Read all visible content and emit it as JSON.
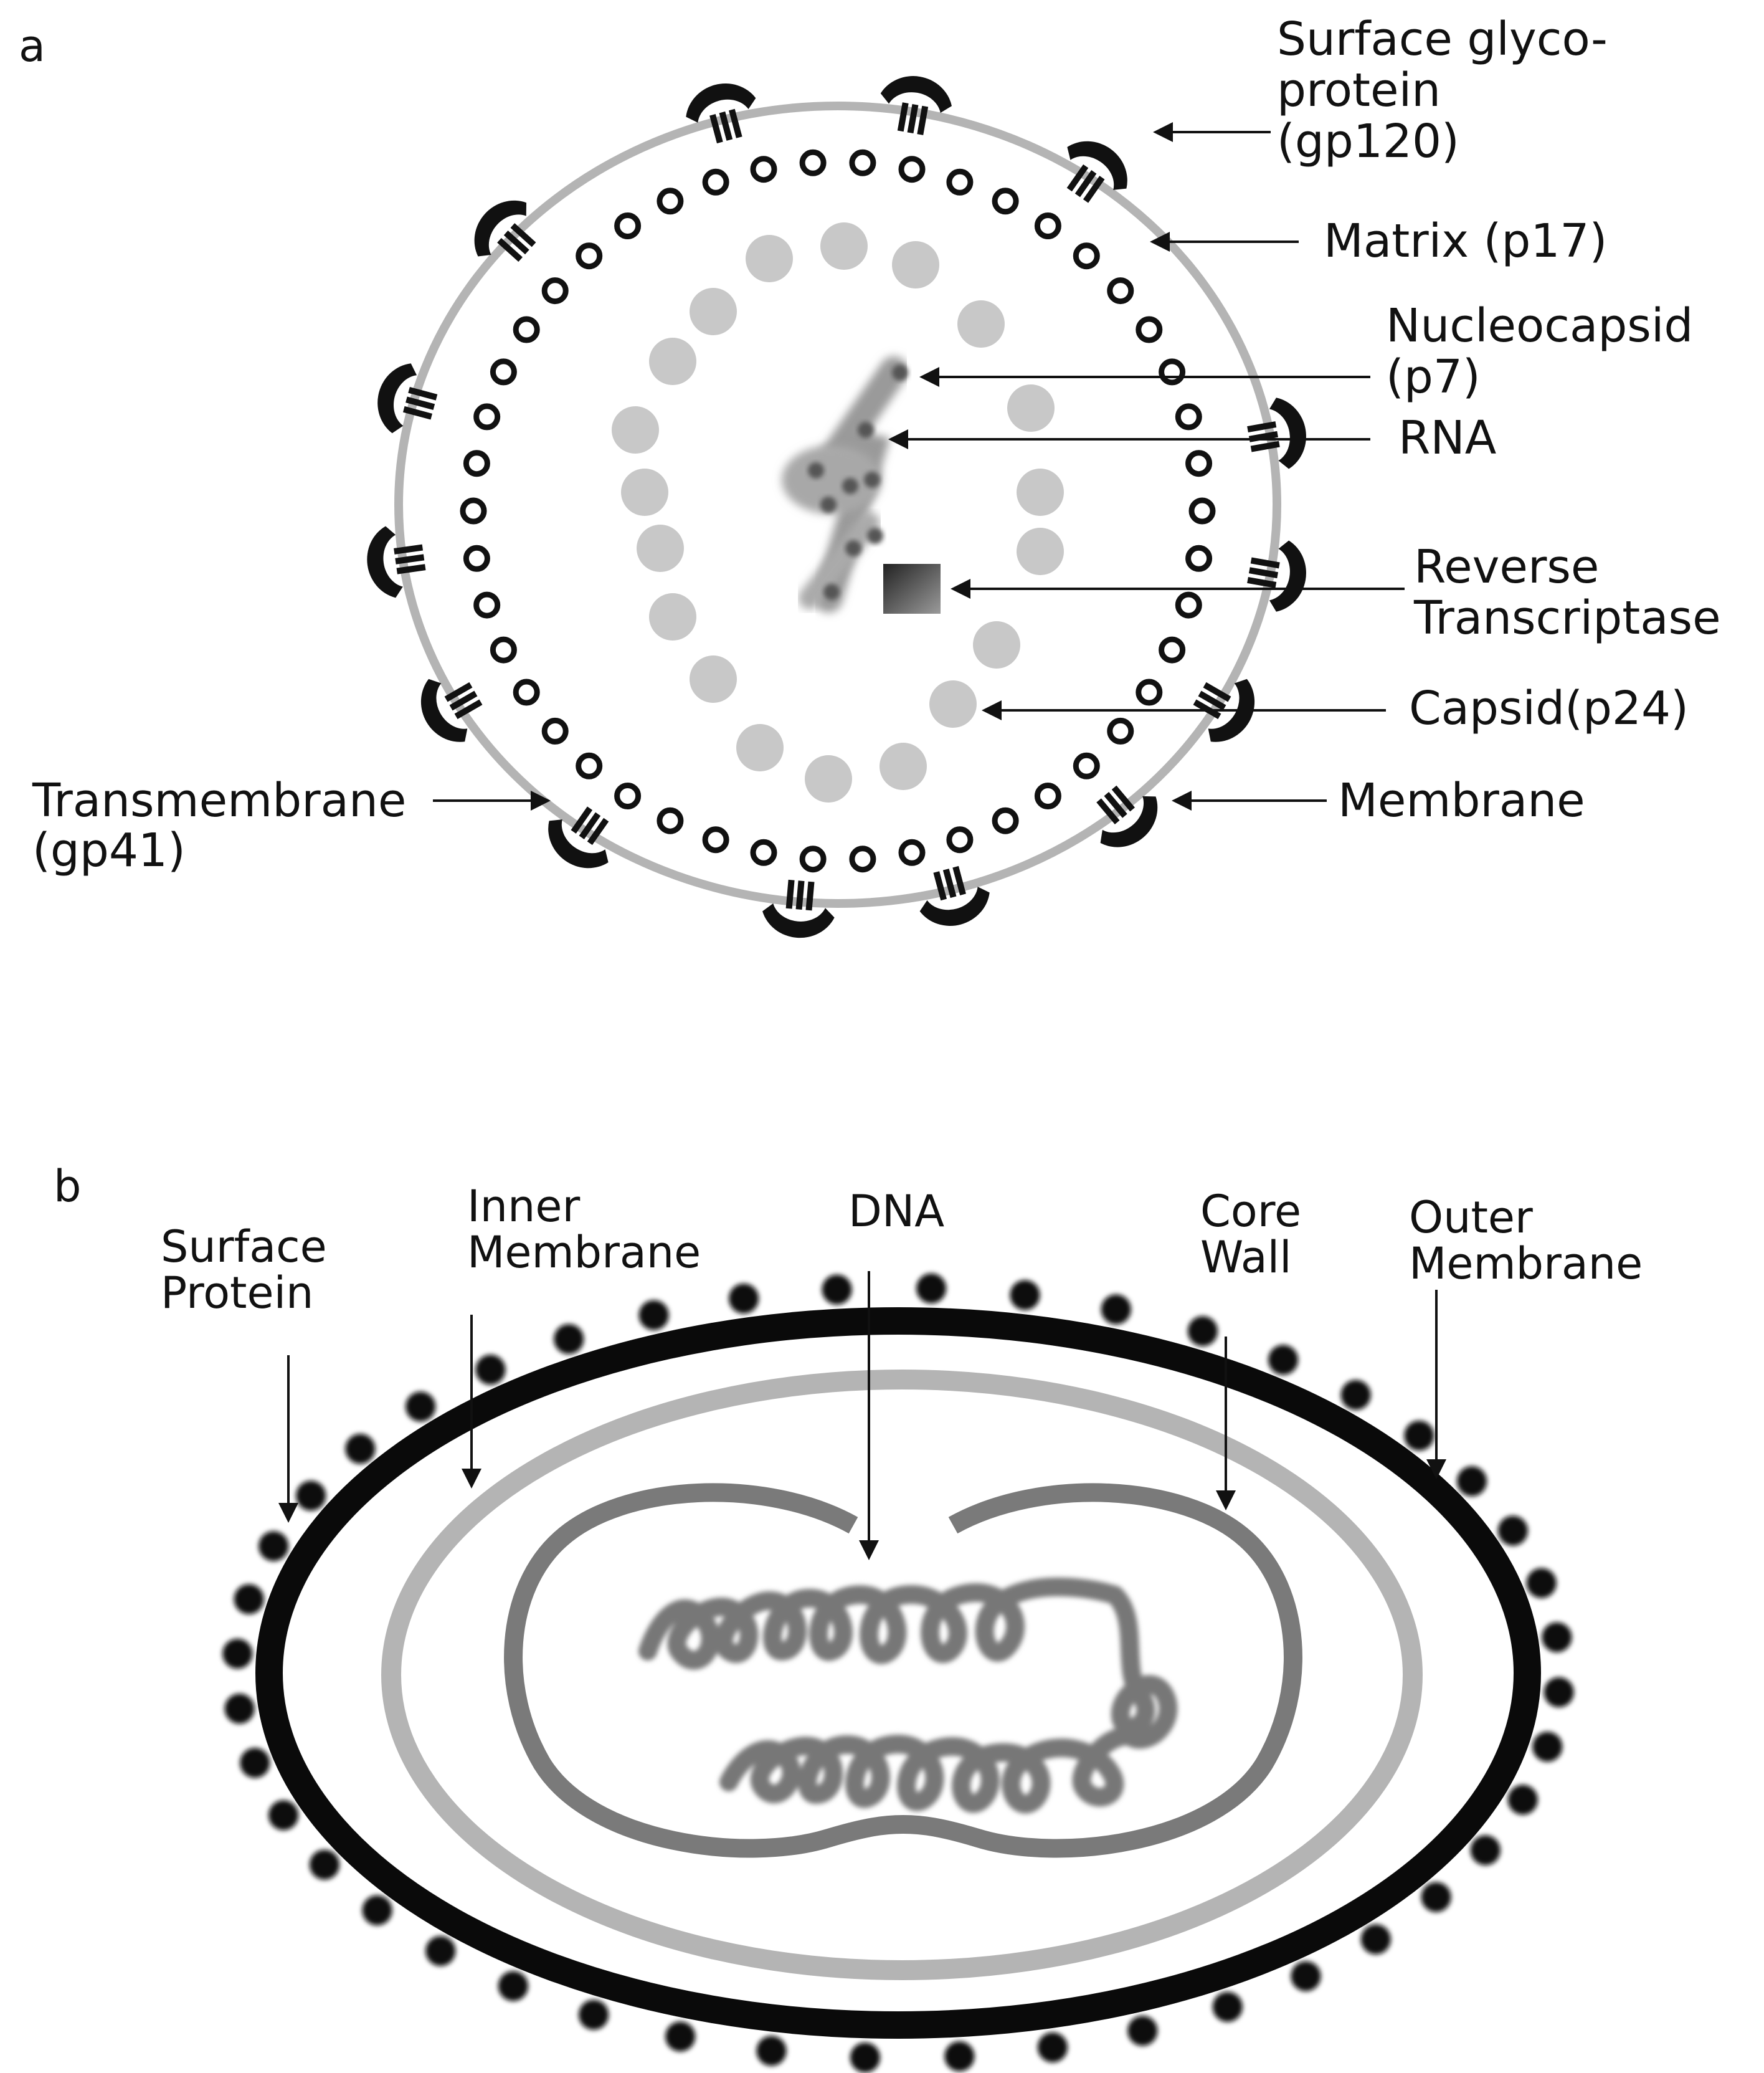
{
  "panel_a": {
    "letter": "a",
    "labels": {
      "surface_glycoprotein": [
        "Surface glyco-",
        "protein",
        "(gp120)"
      ],
      "matrix": [
        "Matrix (p17)"
      ],
      "nucleocapsid": [
        "Nucleocapsid",
        "(p7)"
      ],
      "rna": [
        "RNA"
      ],
      "reverse_transcriptase": [
        "Reverse",
        "Transcriptase"
      ],
      "capsid": [
        "Capsid(p24)"
      ],
      "membrane": [
        "Membrane"
      ],
      "transmembrane": [
        "Transmembrane",
        "(gp41)"
      ]
    }
  },
  "panel_b": {
    "letter": "b",
    "labels": {
      "surface_protein": [
        "Surface",
        "Protein"
      ],
      "inner_membrane": [
        "Inner",
        "Membrane"
      ],
      "dna": [
        "DNA"
      ],
      "core_wall": [
        "Core",
        "Wall"
      ],
      "outer_membrane": [
        "Outer",
        "Membrane"
      ]
    }
  },
  "colors": {
    "ink": "#111111",
    "membrane_gray": "#b4b4b4",
    "capsid_gray": "#c8c8c8",
    "core_gray": "#7a7a7a"
  }
}
